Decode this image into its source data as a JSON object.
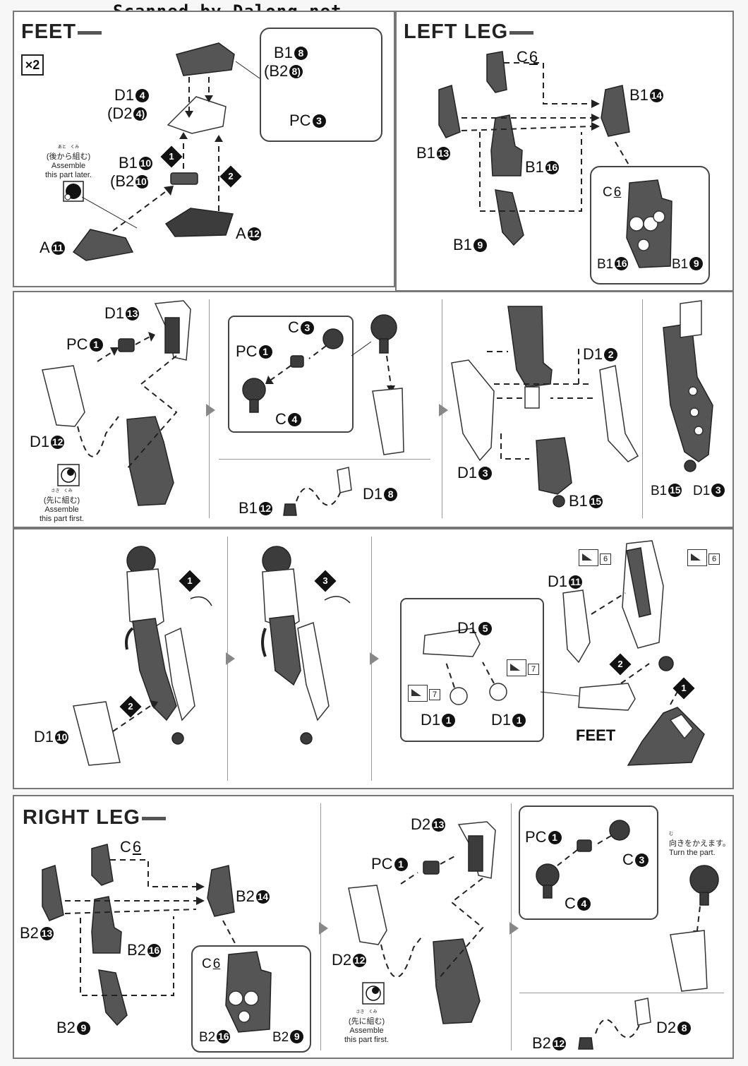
{
  "watermark": "Scanned by Dalong.net",
  "feet": {
    "title": "FEET",
    "quantity": "×2",
    "labels": {
      "top_part": "B1",
      "top_part_num": "8",
      "top_part_alt": "(B2",
      "top_part_alt_num": "8)",
      "pc": "PC",
      "pc_num": "3",
      "d1_4": "D1",
      "d1_4_num": "4",
      "d2_4": "(D2",
      "d2_4_num": "4)",
      "b1_10": "B1",
      "b1_10_num": "10",
      "b2_10": "(B2",
      "b2_10_num": "10)",
      "a11": "A",
      "a11_num": "11",
      "a12": "A",
      "a12_num": "12"
    },
    "note_ruby": "あと　くみ",
    "note_jp": "(後から組む)",
    "note_en1": "Assemble",
    "note_en2": "this part later.",
    "steps": [
      "1",
      "2"
    ]
  },
  "left_leg": {
    "title": "LEFT LEG",
    "labels": {
      "c6": "C",
      "c6_num": "6",
      "b14": "B1",
      "b14_num": "14",
      "b13": "B1",
      "b13_num": "13",
      "b16": "B1",
      "b16_num": "16",
      "b9": "B1",
      "b9_num": "9",
      "in_c6": "C",
      "in_c6_num": "6",
      "in_b16": "B1",
      "in_b16_num": "16",
      "in_b9": "B1",
      "in_b9_num": "9"
    }
  },
  "row2": {
    "labels": {
      "d13": "D1",
      "d13_num": "13",
      "pc1": "PC",
      "pc1_num": "1",
      "d12": "D1",
      "d12_num": "12",
      "c3": "C",
      "c3_num": "3",
      "pc1b": "PC",
      "pc1b_num": "1",
      "c4": "C",
      "c4_num": "4",
      "b12": "B1",
      "b12_num": "12",
      "d8": "D1",
      "d8_num": "8",
      "d2": "D1",
      "d2_num": "2",
      "d3": "D1",
      "d3_num": "3",
      "b15": "B1",
      "b15_num": "15",
      "b15b": "B1",
      "b15b_num": "15",
      "d3b": "D1",
      "d3b_num": "3"
    },
    "note_ruby": "さき　くみ",
    "note_jp": "(先に組む)",
    "note_en1": "Assemble",
    "note_en2": "this part first."
  },
  "row3": {
    "labels": {
      "d10": "D1",
      "d10_num": "10",
      "d11": "D1",
      "d11_num": "11",
      "d5": "D1",
      "d5_num": "5",
      "d1a": "D1",
      "d1a_num": "1",
      "d1b": "D1",
      "d1b_num": "1",
      "feet": "FEET"
    },
    "steps": [
      "1",
      "2",
      "3",
      "2",
      "1"
    ],
    "nipper_nums": [
      "6",
      "6",
      "7",
      "7"
    ]
  },
  "right_leg": {
    "title": "RIGHT LEG",
    "labels": {
      "c6": "C",
      "c6_num": "6",
      "b14": "B2",
      "b14_num": "14",
      "b13": "B2",
      "b13_num": "13",
      "b16": "B2",
      "b16_num": "16",
      "b9": "B2",
      "b9_num": "9",
      "in_c6": "C",
      "in_c6_num": "6",
      "in_b16": "B2",
      "in_b16_num": "16",
      "in_b9": "B2",
      "in_b9_num": "9",
      "d13": "D2",
      "d13_num": "13",
      "pc1": "PC",
      "pc1_num": "1",
      "d12": "D2",
      "d12_num": "12",
      "pc1b": "PC",
      "pc1b_num": "1",
      "c3": "C",
      "c3_num": "3",
      "c4": "C",
      "c4_num": "4",
      "b12": "B2",
      "b12_num": "12",
      "d8": "D2",
      "d8_num": "8"
    },
    "note_ruby": "さき　くみ",
    "note_jp": "(先に組む)",
    "note_en1": "Assemble",
    "note_en2": "this part first.",
    "turn_ruby": "む",
    "turn_jp": "向きをかえます。",
    "turn_en": "Turn the part."
  }
}
